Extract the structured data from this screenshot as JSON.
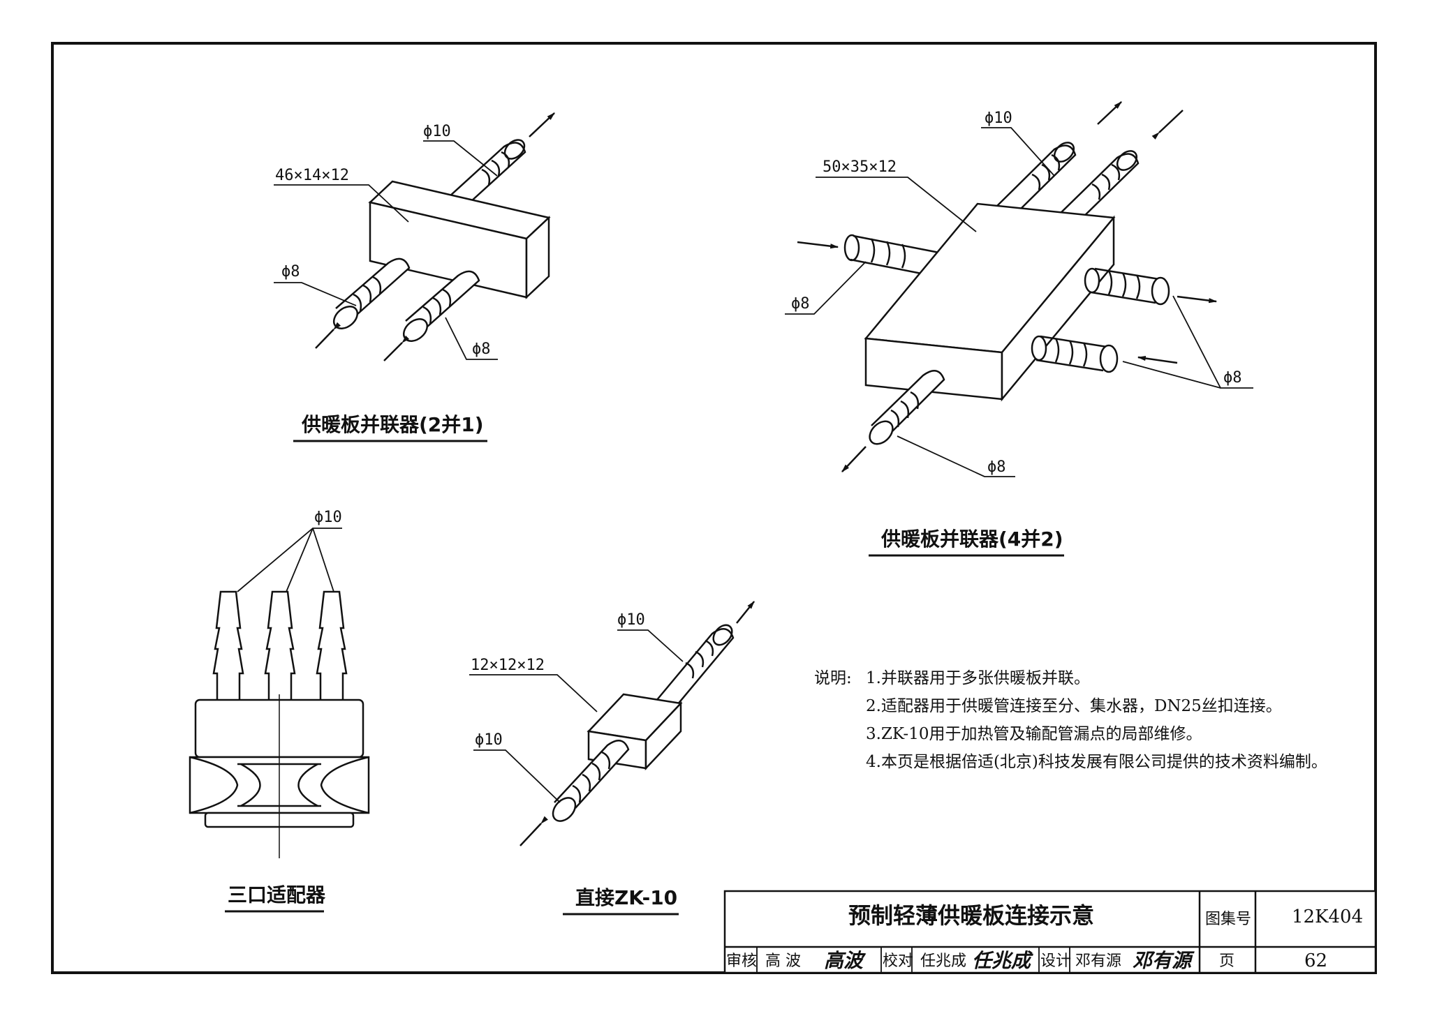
{
  "figures": {
    "parallel_2to1": {
      "caption": "供暖板并联器(2并1)",
      "body_dim": "46×14×12",
      "outlet_dim": "ϕ10",
      "inlet_left_dim": "ϕ8",
      "inlet_right_dim": "ϕ8"
    },
    "parallel_4to2": {
      "caption": "供暖板并联器(4并2)",
      "body_dim": "50×35×12",
      "top_dim": "ϕ10",
      "left_dim": "ϕ8",
      "right_dim": "ϕ8",
      "bottom_dim": "ϕ8"
    },
    "three_port_adapter": {
      "caption": "三口适配器",
      "dim": "ϕ10"
    },
    "straight_zk10": {
      "caption": "直接ZK-10",
      "body_dim": "12×12×12",
      "top_dim": "ϕ10",
      "bottom_dim": "ϕ10"
    }
  },
  "notes": {
    "prefix": "说明:",
    "items": [
      "1.并联器用于多张供暖板并联。",
      "2.适配器用于供暖管连接至分、集水器，DN25丝扣连接。",
      "3.ZK-10用于加热管及输配管漏点的局部维修。",
      "4.本页是根据倍适(北京)科技发展有限公司提供的技术资料编制。"
    ]
  },
  "title_block": {
    "title": "预制轻薄供暖板连接示意",
    "atlas_label": "图集号",
    "atlas_value": "12K404",
    "page_label": "页",
    "page_value": "62",
    "review_label": "审核",
    "review_name": "高  波",
    "review_signature": "高波",
    "check_label": "校对",
    "check_name": "任兆成",
    "check_signature": "任兆成",
    "design_label": "设计",
    "design_name": "邓有源",
    "design_signature": "邓有源"
  }
}
